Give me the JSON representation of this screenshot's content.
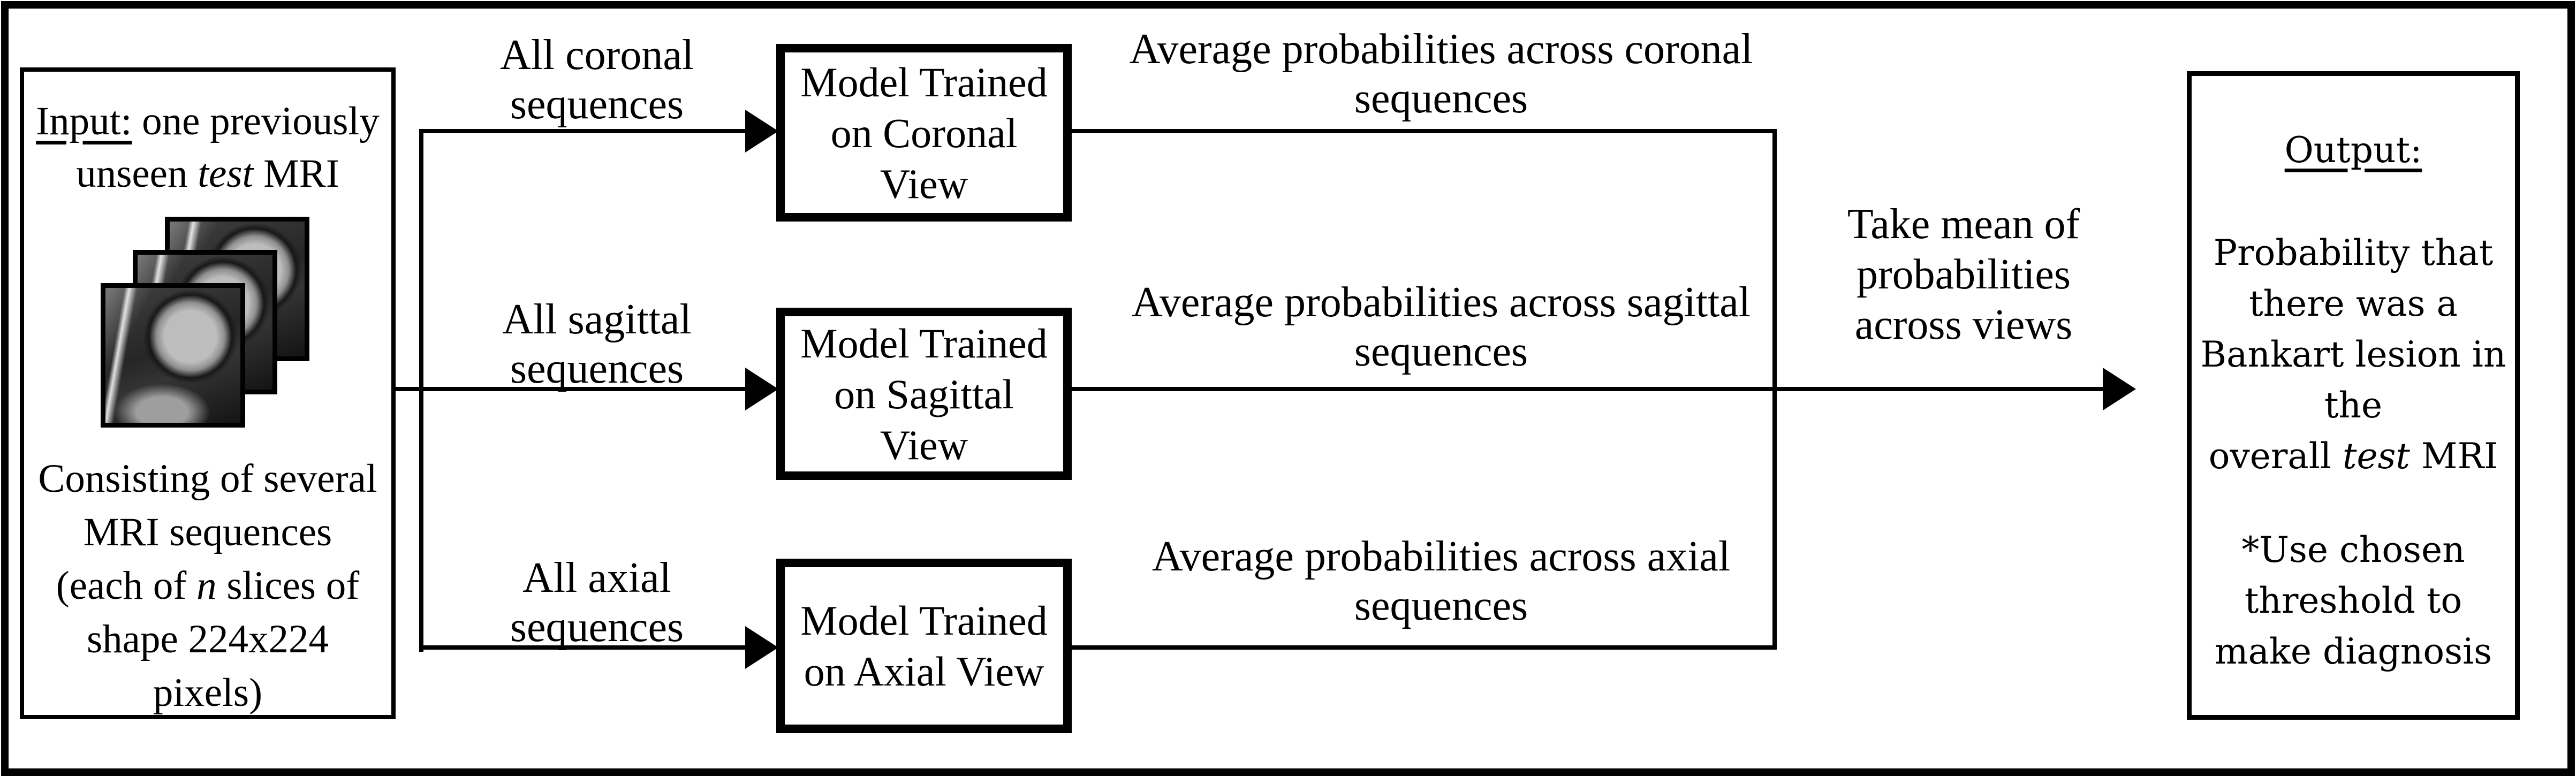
{
  "colors": {
    "ink": "#000000",
    "paper": "#ffffff"
  },
  "input_box": {
    "title": {
      "u": "Input:",
      "rest": " one previously",
      "l2a": "unseen ",
      "l2i": "test",
      "l2b": " MRI"
    },
    "desc": {
      "l1": "Consisting of several",
      "l2": "MRI sequences",
      "l3a": "(each of ",
      "l3i": "n",
      "l3b": " slices of",
      "l4": "shape 224x224",
      "l5": "pixels)"
    }
  },
  "branches": {
    "coronal": {
      "seq1": "All coronal",
      "seq2": "sequences",
      "m1": "Model Trained",
      "m2": "on Coronal",
      "m3": "View",
      "avg1": "Average probabilities across coronal",
      "avg2": "sequences"
    },
    "sagittal": {
      "seq1": "All sagittal",
      "seq2": "sequences",
      "m1": "Model Trained",
      "m2": "on Sagittal",
      "m3": "View",
      "avg1": "Average probabilities across sagittal",
      "avg2": "sequences"
    },
    "axial": {
      "seq1": "All axial",
      "seq2": "sequences",
      "m1": "Model Trained",
      "m2": "on Axial View",
      "avg1": "Average probabilities across axial",
      "avg2": "sequences"
    }
  },
  "merge": {
    "l1": "Take mean of",
    "l2": "probabilities",
    "l3": "across views"
  },
  "output_box": {
    "heading": "Output:",
    "b1": "Probability that",
    "b2": "there was a",
    "b3": "Bankart lesion in",
    "b4": "the",
    "b5a": "overall ",
    "b5i": "test",
    "b5b": " MRI",
    "n1": "*Use chosen",
    "n2": "threshold to",
    "n3": "make diagnosis"
  }
}
